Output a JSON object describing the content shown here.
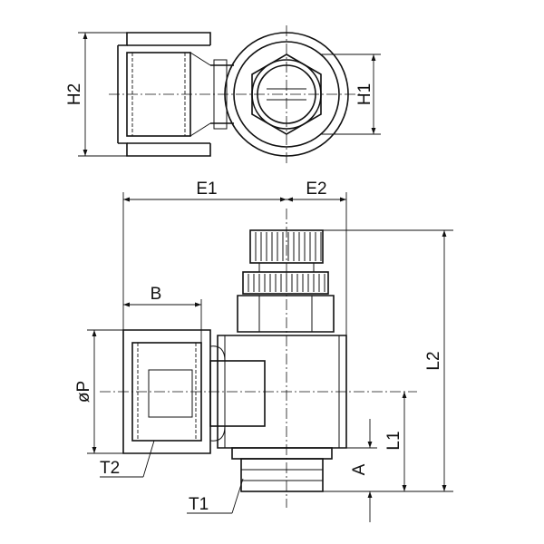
{
  "labels": {
    "h2": "H2",
    "h1": "H1",
    "e1": "E1",
    "e2": "E2",
    "b": "B",
    "phi_p": "øP",
    "l2": "L2",
    "l1": "L1",
    "a": "A",
    "t2": "T2",
    "t1": "T1"
  },
  "colors": {
    "line": "#111111",
    "background": "#ffffff"
  }
}
